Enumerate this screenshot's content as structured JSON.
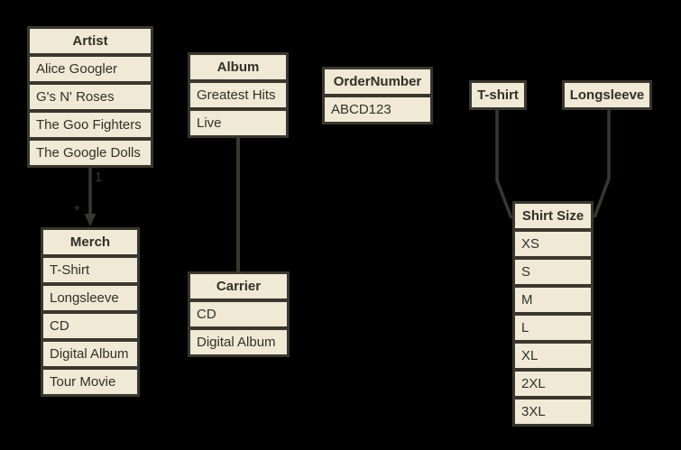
{
  "diagram": {
    "colors": {
      "background": "#000000",
      "box_fill": "#efe9d5",
      "border_line": "#3a372e",
      "text": "#33302a"
    },
    "entities": [
      {
        "id": "artist",
        "title": "Artist",
        "rows": [
          "Alice Googler",
          "G's N' Roses",
          "The Goo Fighters",
          "The Google Dolls"
        ]
      },
      {
        "id": "album",
        "title": "Album",
        "rows": [
          "Greatest Hits",
          "Live"
        ]
      },
      {
        "id": "ordernumber",
        "title": "OrderNumber",
        "rows": [
          "ABCD123"
        ]
      },
      {
        "id": "tshirt",
        "title": "T-shirt",
        "rows": []
      },
      {
        "id": "longsleeve",
        "title": "Longsleeve",
        "rows": []
      },
      {
        "id": "merch",
        "title": "Merch",
        "rows": [
          "T-Shirt",
          "Longsleeve",
          "CD",
          "Digital Album",
          "Tour Movie"
        ]
      },
      {
        "id": "carrier",
        "title": "Carrier",
        "rows": [
          "CD",
          "Digital Album"
        ]
      },
      {
        "id": "shirtsize",
        "title": "Shirt Size",
        "rows": [
          "XS",
          "S",
          "M",
          "L",
          "XL",
          "2XL",
          "3XL"
        ]
      }
    ],
    "connections": [
      {
        "from": "artist",
        "to": "merch",
        "label_from": "1",
        "label_to": "*",
        "arrow": true
      },
      {
        "from": "album",
        "to": "carrier"
      },
      {
        "from": "tshirt",
        "to": "shirtsize"
      },
      {
        "from": "longsleeve",
        "to": "shirtsize"
      }
    ]
  }
}
